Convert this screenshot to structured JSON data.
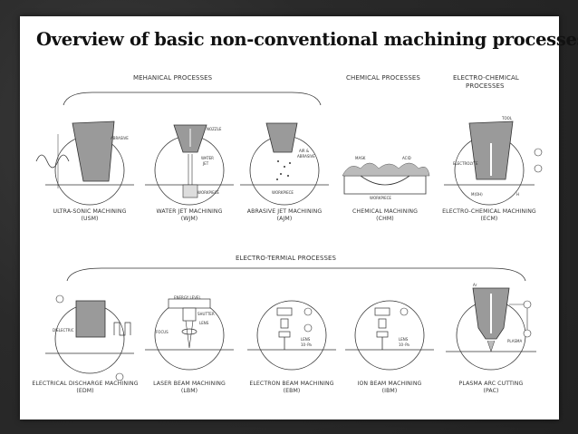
{
  "title": "Overview of basic non-conventional machining processes",
  "groups": {
    "mechanical": "MEHANICAL PROCESSES",
    "chemical": "CHEMICAL PROCESSES",
    "electro_chemical_line1": "ELECTRO-CHEMICAL",
    "electro_chemical_line2": "PROCESSES",
    "electro_thermal": "ELECTRO-TERMIAL PROCESSES"
  },
  "processes": [
    {
      "name": "ULTRA-SONIC MACHINING",
      "abbr": "(USM)"
    },
    {
      "name": "WATER JET MACHINING",
      "abbr": "(WJM)"
    },
    {
      "name": "ABRASIVE JET MACHINING",
      "abbr": "(AJM)"
    },
    {
      "name": "CHEMICAL MACHINING",
      "abbr": "(CHM)"
    },
    {
      "name": "ELECTRO-CHEMICAL MACHINING",
      "abbr": "(ECM)"
    },
    {
      "name": "ELECTRICAL DISCHARGE MACHINING",
      "abbr": "(EDM)"
    },
    {
      "name": "LASER BEAM MACHINING",
      "abbr": "(LBM)"
    },
    {
      "name": "ELECTRON BEAM MACHINING",
      "abbr": "(EBM)"
    },
    {
      "name": "ION BEAM MACHINING",
      "abbr": "(IBM)"
    },
    {
      "name": "PLASMA ARC CUTTING",
      "abbr": "(PAC)"
    }
  ],
  "callouts": {
    "abrasive": "ABRASIVE",
    "nozzle": "NOZZLE",
    "water_jet_1": "WATER",
    "water_jet_2": "JET",
    "workpiece": "WORKPIECE",
    "air_1": "AIR &",
    "air_2": "ABRASIVE",
    "mask": "MASK",
    "acid": "ACID",
    "tool": "TOOL",
    "electrolyte": "ELECTROLYTE",
    "moh": "M(OH)",
    "h2": "H",
    "dielectric": "DIELECTRIC",
    "energy_level": "ENERGY LEVEL",
    "shutter": "SHUTTER",
    "lens": "LENS",
    "focus": "FOCUS",
    "ebm_lens": "LENS",
    "ebm_pa": "10⁻Pa",
    "ibm_lens": "LENS",
    "ibm_pa": "10⁻Pa",
    "ar": "Ar",
    "plasma": "PLASMA"
  }
}
